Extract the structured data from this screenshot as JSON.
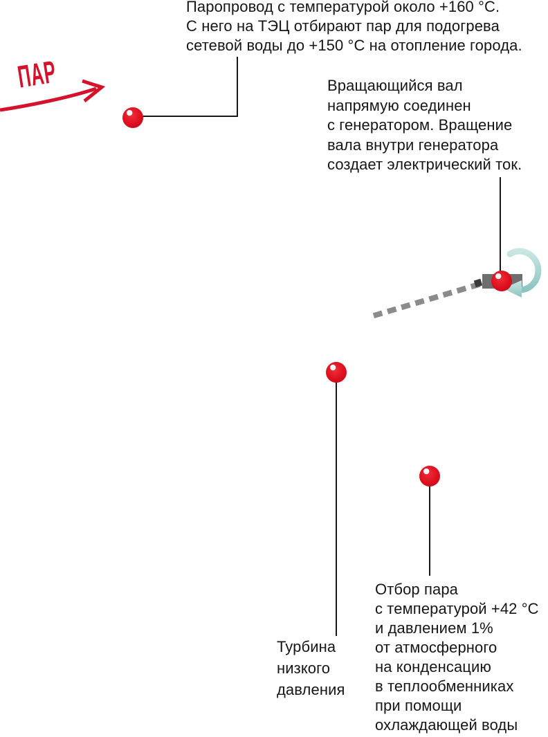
{
  "labels": {
    "steam_flow": "ПАР"
  },
  "annotations": {
    "pipeline": "Паропровод с температурой около +160 °C.\nС него на ТЭЦ отбирают пар для подогрева\nсетевой воды до +150 °C на отопление города.",
    "shaft_generator": "Вращающийся вал\nнапрямую соединен\nс генератором. Вращение\nвала внутри генератора\nсоздает электрический ток.",
    "low_pressure_turbine": "Турбина\nнизкого\nдавления",
    "steam_extraction": "Отбор пара\nс температурой +42 °C\nи давлением 1%\nот атмосферного\nна конденсацию\nв теплообменниках\nпри помощи\nохлаждающей воды"
  },
  "colors": {
    "accent_red": "#d5122b",
    "marker_red": "#de0f1f",
    "line_black": "#161616",
    "shaft_gray": "#8b8b8b",
    "coupling_gray": "#6e6e6e",
    "rotation_teal": "#a5d3d2",
    "background": "#ffffff"
  }
}
